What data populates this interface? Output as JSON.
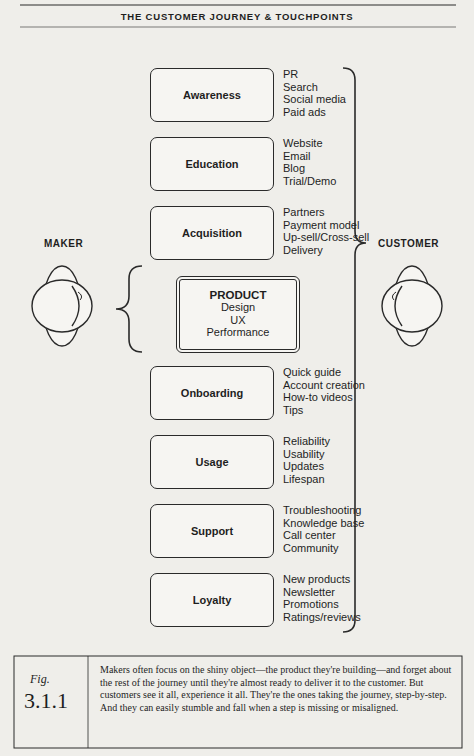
{
  "diagram": {
    "title": "THE CUSTOMER JOURNEY & TOUCHPOINTS",
    "caption": "Makers often focus on the shiny object—the product they're building—and forget about the rest of the journey until they're almost ready to deliver it to the customer. But customers see it all, experience it all. They're the ones taking the journey, step-by-step. And they can easily stumble and fall when a step is missing or misaligned.",
    "nodes": [
      {
        "text": [
          "Awareness",
          "PR",
          "Search",
          "Social media",
          "Paid ads"
        ]
      },
      {
        "text": [
          "Education",
          "Website",
          "Email",
          "Blog",
          "Trial/Demo"
        ]
      },
      {
        "text": [
          "Acquisition",
          "Partners",
          "Payment model",
          "Up-sell/Cross-sell",
          "Delivery"
        ]
      },
      {
        "text": [
          "PRODUCT",
          "Design",
          "UX",
          "Performance"
        ]
      },
      {
        "text": [
          "Onboarding",
          "Quick guide",
          "Account creation",
          "How-to videos",
          "Tips"
        ]
      },
      {
        "text": [
          "Usage",
          "Reliability",
          "Usability",
          "Updates",
          "Lifespan"
        ]
      },
      {
        "text": [
          "Support",
          "Troubleshooting",
          "Knowledge base",
          "Call center",
          "Community"
        ]
      },
      {
        "text": [
          "Loyalty",
          "New products",
          "Newsletter",
          "Promotions",
          "Ratings/reviews"
        ]
      }
    ],
    "labels": [
      "MAKER",
      "CUSTOMER",
      "Fig.",
      "3.1.1"
    ]
  }
}
